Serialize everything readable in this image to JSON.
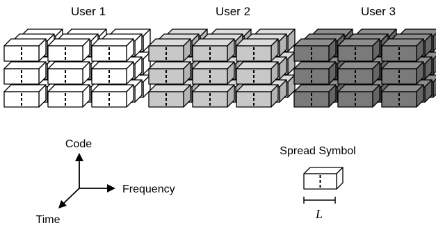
{
  "users": [
    {
      "label": "User 1",
      "colors": {
        "front": "#ffffff",
        "top": "#ffffff",
        "side": "#ffffff"
      }
    },
    {
      "label": "User 2",
      "colors": {
        "front": "#c8c8c8",
        "top": "#dcdcdc",
        "side": "#b4b4b4"
      }
    },
    {
      "label": "User 3",
      "colors": {
        "front": "#7a7a7a",
        "top": "#8e8e8e",
        "side": "#666666"
      }
    }
  ],
  "axes": {
    "code": "Code",
    "frequency": "Frequency",
    "time": "Time"
  },
  "legend": {
    "title": "Spread Symbol",
    "length_label": "L"
  }
}
